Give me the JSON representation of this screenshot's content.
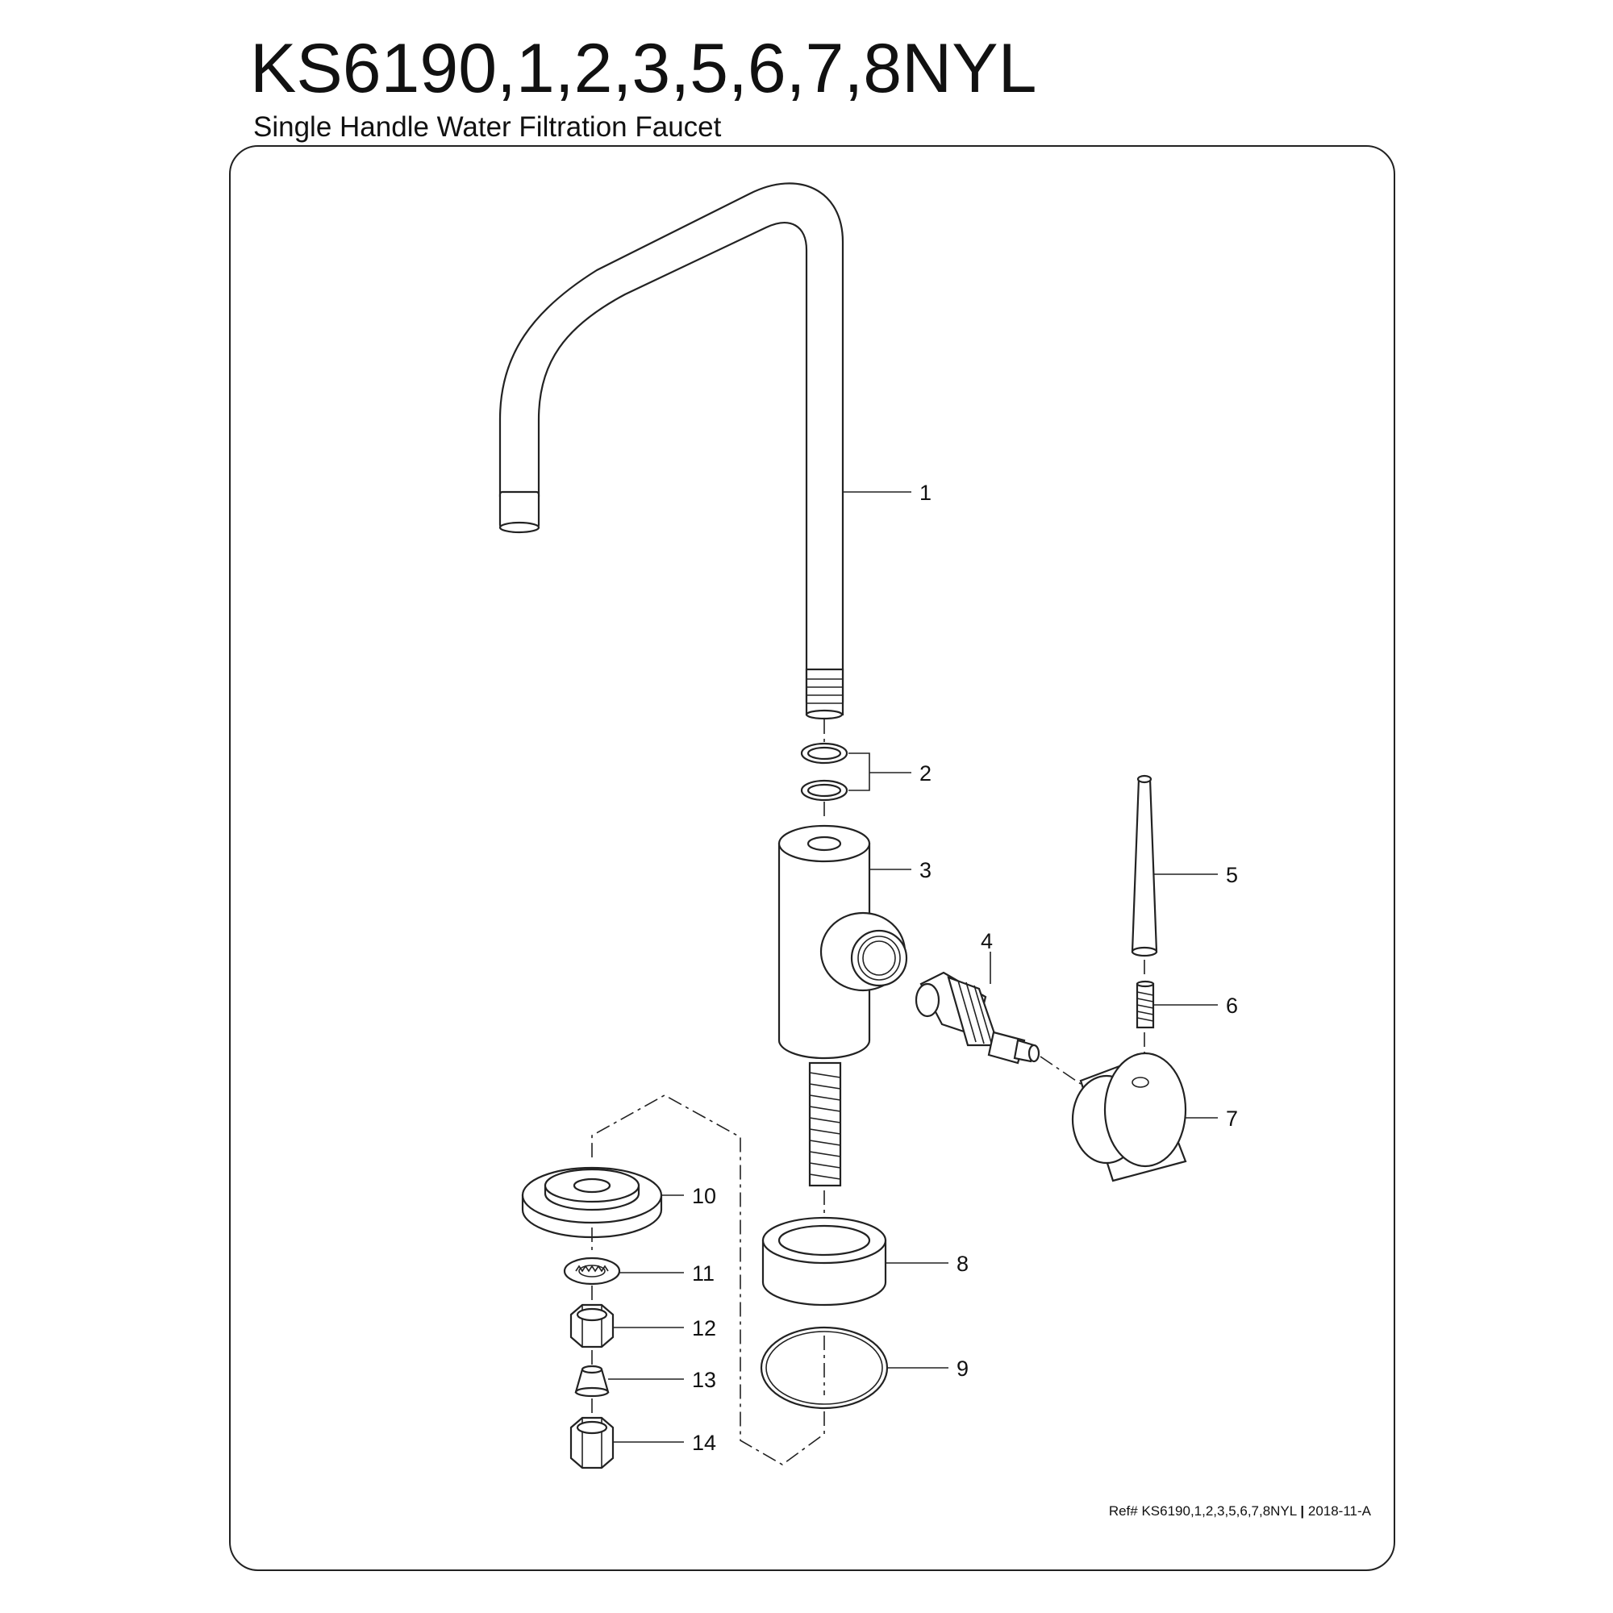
{
  "header": {
    "title": "KS6190,1,2,3,5,6,7,8NYL",
    "subtitle": "Single Handle Water Filtration Faucet"
  },
  "footer": {
    "ref_prefix": "Ref# KS6190,1,2,3,5,6,7,8NYL",
    "ref_separator": "|",
    "ref_revision": "2018-11-A"
  },
  "callouts": {
    "spout": "1",
    "o_rings": "2",
    "faucet_body": "3",
    "cartridge": "4",
    "lever_handle": "5",
    "set_screw": "6",
    "handle_hub": "7",
    "base_ring": "8",
    "base_gasket": "9",
    "mounting_plate": "10",
    "lock_washer": "11",
    "hex_nut": "12",
    "compression_sleeve": "13",
    "compression_nut": "14"
  }
}
